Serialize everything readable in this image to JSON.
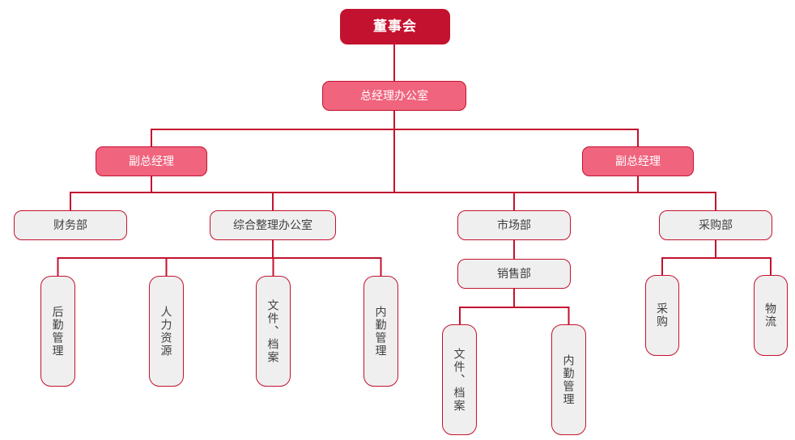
{
  "colors": {
    "primary_dark": "#C3122F",
    "primary_pink": "#F0647E",
    "node_gray": "#EFEFEF",
    "line": "#C3122F",
    "text_light": "#FFFFFF",
    "text_dark": "#3F3F3F",
    "background": "#FFFFFF"
  },
  "nodes": {
    "board": {
      "label": "董事会"
    },
    "gm_office": {
      "label": "总经理办公室"
    },
    "deputy_gm_left": {
      "label": "副总经理"
    },
    "deputy_gm_right": {
      "label": "副总经理"
    },
    "finance": {
      "label": "财务部"
    },
    "general_office": {
      "label": "综合整理办公室"
    },
    "marketing": {
      "label": "市场部"
    },
    "purchasing_dept": {
      "label": "采购部"
    },
    "sales": {
      "label": "销售部"
    },
    "logistics_mgmt": {
      "label": "后勤管理"
    },
    "hr": {
      "label": "人力资源"
    },
    "docs_archives_1": {
      "label": "文件、档案"
    },
    "internal_mgmt_1": {
      "label": "内勤管理"
    },
    "docs_archives_2": {
      "label": "文件、档案"
    },
    "internal_mgmt_2": {
      "label": "内勤管理"
    },
    "purchasing": {
      "label": "采购"
    },
    "logistics": {
      "label": "物流"
    }
  },
  "hierarchy": {
    "board": {
      "gm_office": {
        "deputy_gm_left": {},
        "deputy_gm_right": {},
        "finance": {},
        "general_office": {
          "logistics_mgmt": {},
          "hr": {},
          "docs_archives_1": {},
          "internal_mgmt_1": {}
        },
        "marketing": {
          "sales": {
            "docs_archives_2": {},
            "internal_mgmt_2": {}
          }
        },
        "purchasing_dept": {
          "purchasing": {},
          "logistics": {}
        }
      }
    }
  }
}
